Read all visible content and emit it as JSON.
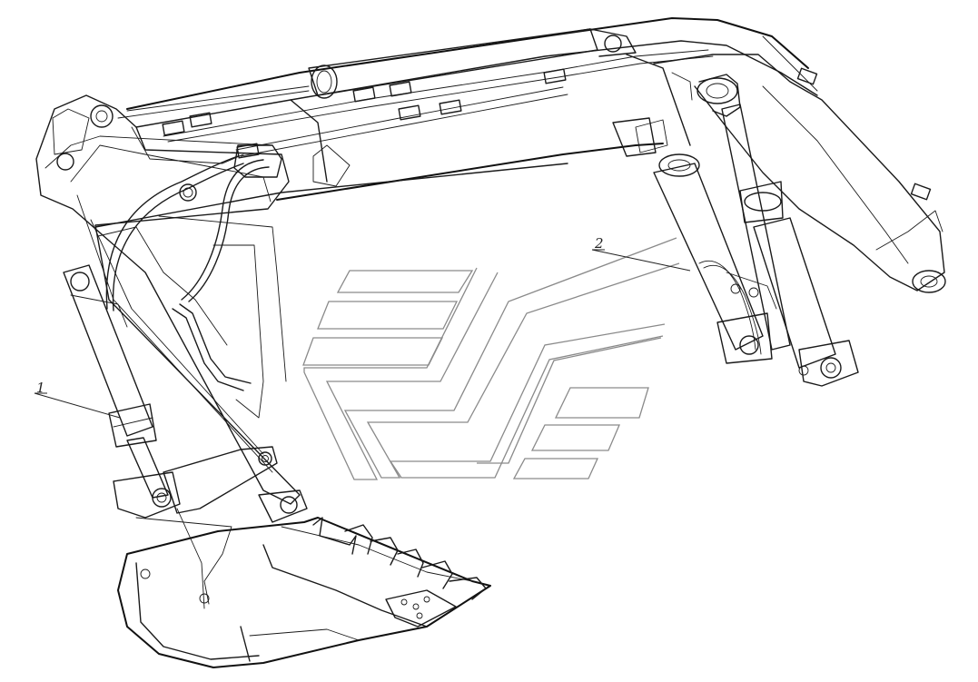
{
  "figure": {
    "subject": "excavator-boom-arm-bucket-assembly",
    "line_color": "#1a1a1a",
    "watermark_color": "#8a8a8a",
    "background": "#ffffff"
  },
  "callouts": [
    {
      "id": "1",
      "label": "1",
      "refers_to": "bucket-cylinder"
    },
    {
      "id": "2",
      "label": "2",
      "refers_to": "boom-cylinders"
    }
  ],
  "watermark": {
    "kind": "logo",
    "icon": "stripes-chevron-logo"
  }
}
